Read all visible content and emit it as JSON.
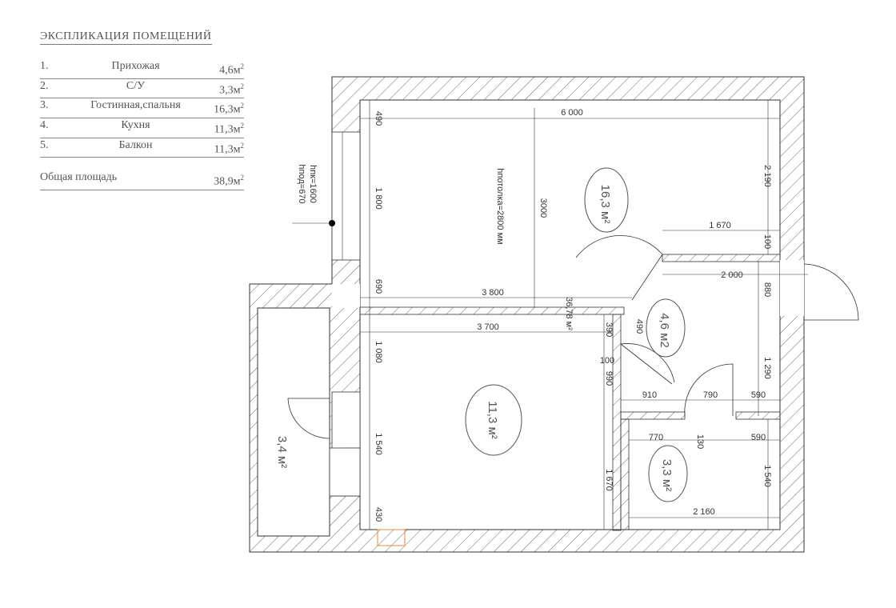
{
  "legend": {
    "title": "ЭКСПЛИКАЦИЯ ПОМЕЩЕНИЙ",
    "rooms": [
      {
        "num": "1.",
        "name": "Прихожая",
        "area": "4,6м",
        "sup": "2"
      },
      {
        "num": "2.",
        "name": "С/У",
        "area": "3,3м",
        "sup": "2"
      },
      {
        "num": "3.",
        "name": "Гостинная,спальня",
        "area": "16,3м",
        "sup": "2"
      },
      {
        "num": "4.",
        "name": "Кухня",
        "area": "11,3м",
        "sup": "2"
      },
      {
        "num": "5.",
        "name": "Балкон",
        "area": "11,3м",
        "sup": "2"
      }
    ],
    "total_label": "Общая площадь",
    "total_area": "38,9м",
    "total_sup": "2"
  },
  "plan": {
    "room_labels": {
      "living": "16,3 м²",
      "hall": "4,6 м2",
      "kitchen": "11,3 м²",
      "bath": "3,3 м²",
      "balcony": "3,4 м²"
    },
    "window_note_1": "hпк=1600",
    "window_note_2": "hпод=670",
    "ceiling_note": "hпотолка=2800 мм",
    "area_note": "36,78 м²",
    "dimensions": {
      "d6000": "6 000",
      "d490a": "490",
      "d1800": "1 800",
      "d690": "690",
      "d3000": "3000",
      "d2190": "2 190",
      "d1670a": "1 670",
      "d100a": "100",
      "d2000": "2 000",
      "d880": "880",
      "d3800": "3 800",
      "d3700": "3 700",
      "d390": "390",
      "d490b": "490",
      "d1080": "1 080",
      "d100b": "100",
      "d990": "990",
      "d1290": "1 290",
      "d910": "910",
      "d790": "790",
      "d590a": "590",
      "d770": "770",
      "d130": "130",
      "d590b": "590",
      "d1540a": "1 540",
      "d1670b": "1 670",
      "d1540b": "1 540",
      "d430": "430",
      "d2160": "2 160"
    }
  }
}
